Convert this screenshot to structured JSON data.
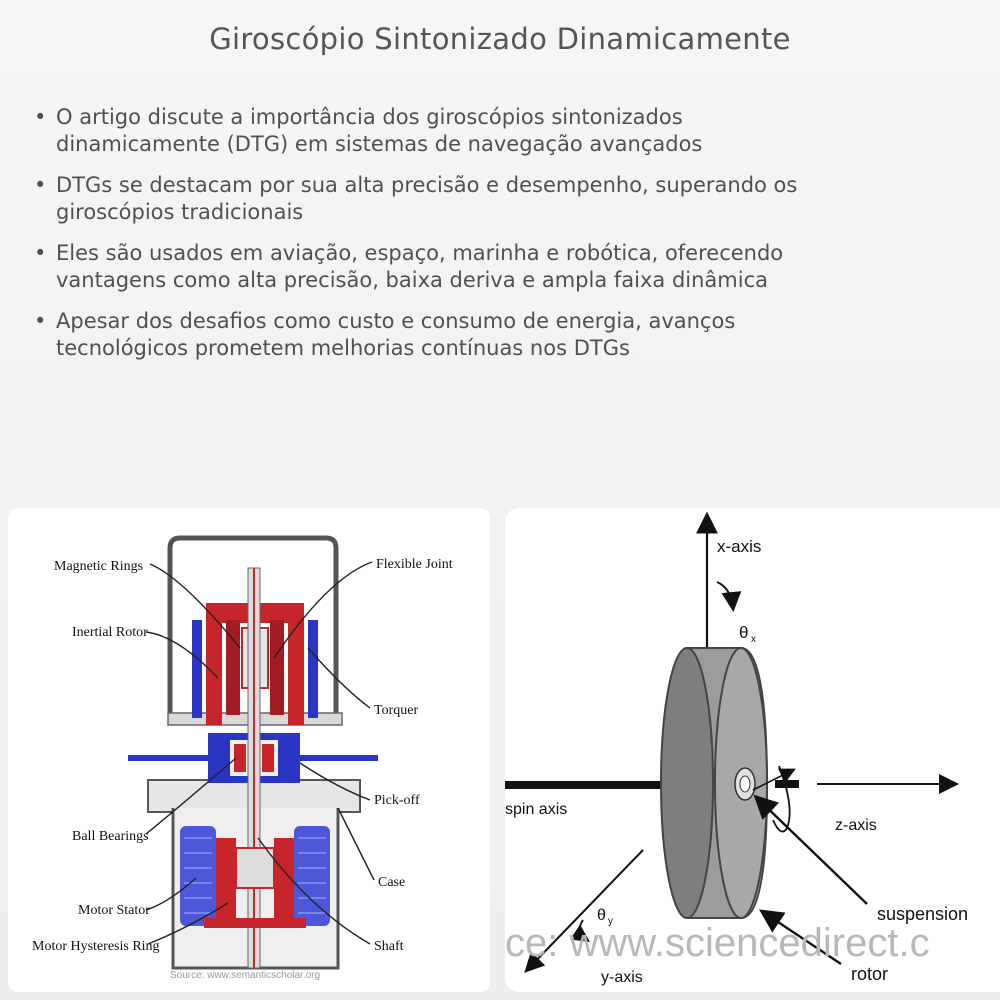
{
  "title": "Giroscópio Sintonizado Dinamicamente",
  "bullets": [
    {
      "line1": "O artigo discute a importância dos giroscópios sintonizados",
      "line2": "dinamicamente (DTG) em sistemas de navegação avançados"
    },
    {
      "line1": "DTGs se destacam por sua alta precisão e desempenho, superando os",
      "line2": "giroscópios tradicionais"
    },
    {
      "line1": "Eles são usados em aviação, espaço, marinha e robótica, oferecendo",
      "line2": "vantagens como alta precisão, baixa deriva e ampla faixa dinâmica"
    },
    {
      "line1": "Apesar dos desafios como custo e consumo de energia, avanços",
      "line2": "tecnológicos prometem melhorias contínuas nos DTGs"
    }
  ],
  "bullet_glyph": "•",
  "left_diagram": {
    "labels_left": [
      "Magnetic Rings",
      "Inertial Rotor",
      "Ball Bearings",
      "Motor Stator",
      "Motor Hysteresis Ring"
    ],
    "labels_right": [
      "Flexible Joint",
      "Torquer",
      "Pick-off",
      "Case",
      "Shaft"
    ],
    "source": "Source: www.semanticscholar.org",
    "colors": {
      "red": "#c8242b",
      "blue": "#2a35c4",
      "gray": "#8c8c8c"
    }
  },
  "right_diagram": {
    "x_axis": "x-axis",
    "theta_x": "θ",
    "theta_x_sub": "x",
    "spin_axis": "spin axis",
    "z_axis": "z-axis",
    "theta_y": "θ",
    "theta_y_sub": "y",
    "y_axis": "y-axis",
    "suspension": "suspension",
    "rotor": "rotor",
    "watermark": "ce: www.sciencedirect.c"
  }
}
